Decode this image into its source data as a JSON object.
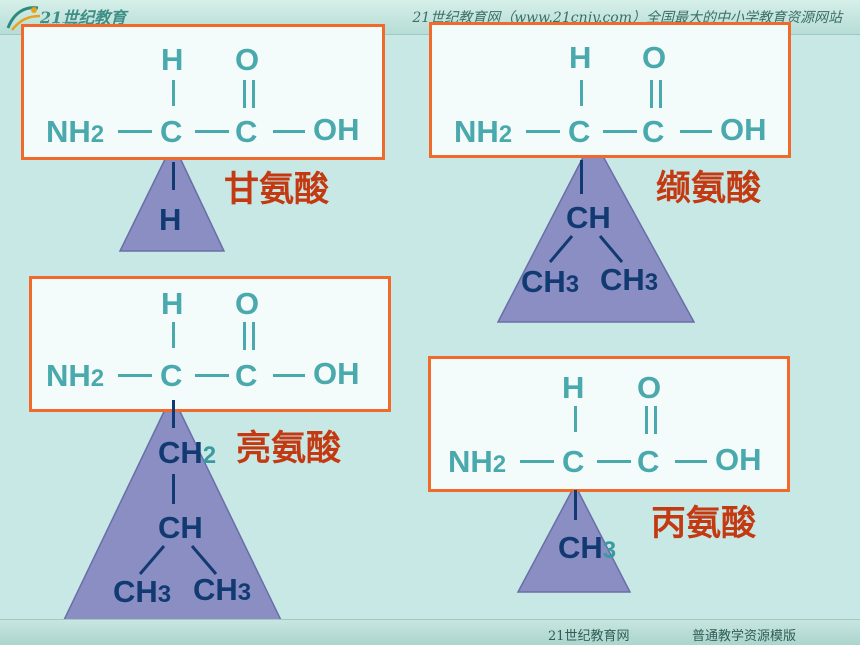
{
  "header": {
    "logo_text": "21世纪教育",
    "logo_url": "www.21cnjy.com",
    "site_text": "21世纪教育网（www.21cnjy.com）全国最大的中小学教育资源网站"
  },
  "footer": {
    "left": "21世纪教育网",
    "right": "普通教学资源模版"
  },
  "backbone": {
    "h": "H",
    "o": "O",
    "nh": "NH",
    "two": "2",
    "c": "C",
    "oh": "OH"
  },
  "glycine": {
    "name": "甘氨酸",
    "r1": "H"
  },
  "valine": {
    "name": "缬氨酸",
    "ch": "CH",
    "ch3a": "CH",
    "ch3b": "CH",
    "three": "3"
  },
  "leucine": {
    "name": "亮氨酸",
    "ch2": "CH",
    "two": "2",
    "ch": "CH",
    "ch3a": "CH",
    "ch3b": "CH",
    "three": "3"
  },
  "alanine": {
    "name": "丙氨酸",
    "ch3": "CH",
    "three": "3"
  },
  "colors": {
    "border": "#ef6a2b",
    "box_fill": "#f3fbfb",
    "triangle": "#8a8ec2",
    "label": "#c33a12",
    "formula": "#4aa9ac",
    "r_group": "#123a72",
    "background": "#c8e8e5"
  }
}
